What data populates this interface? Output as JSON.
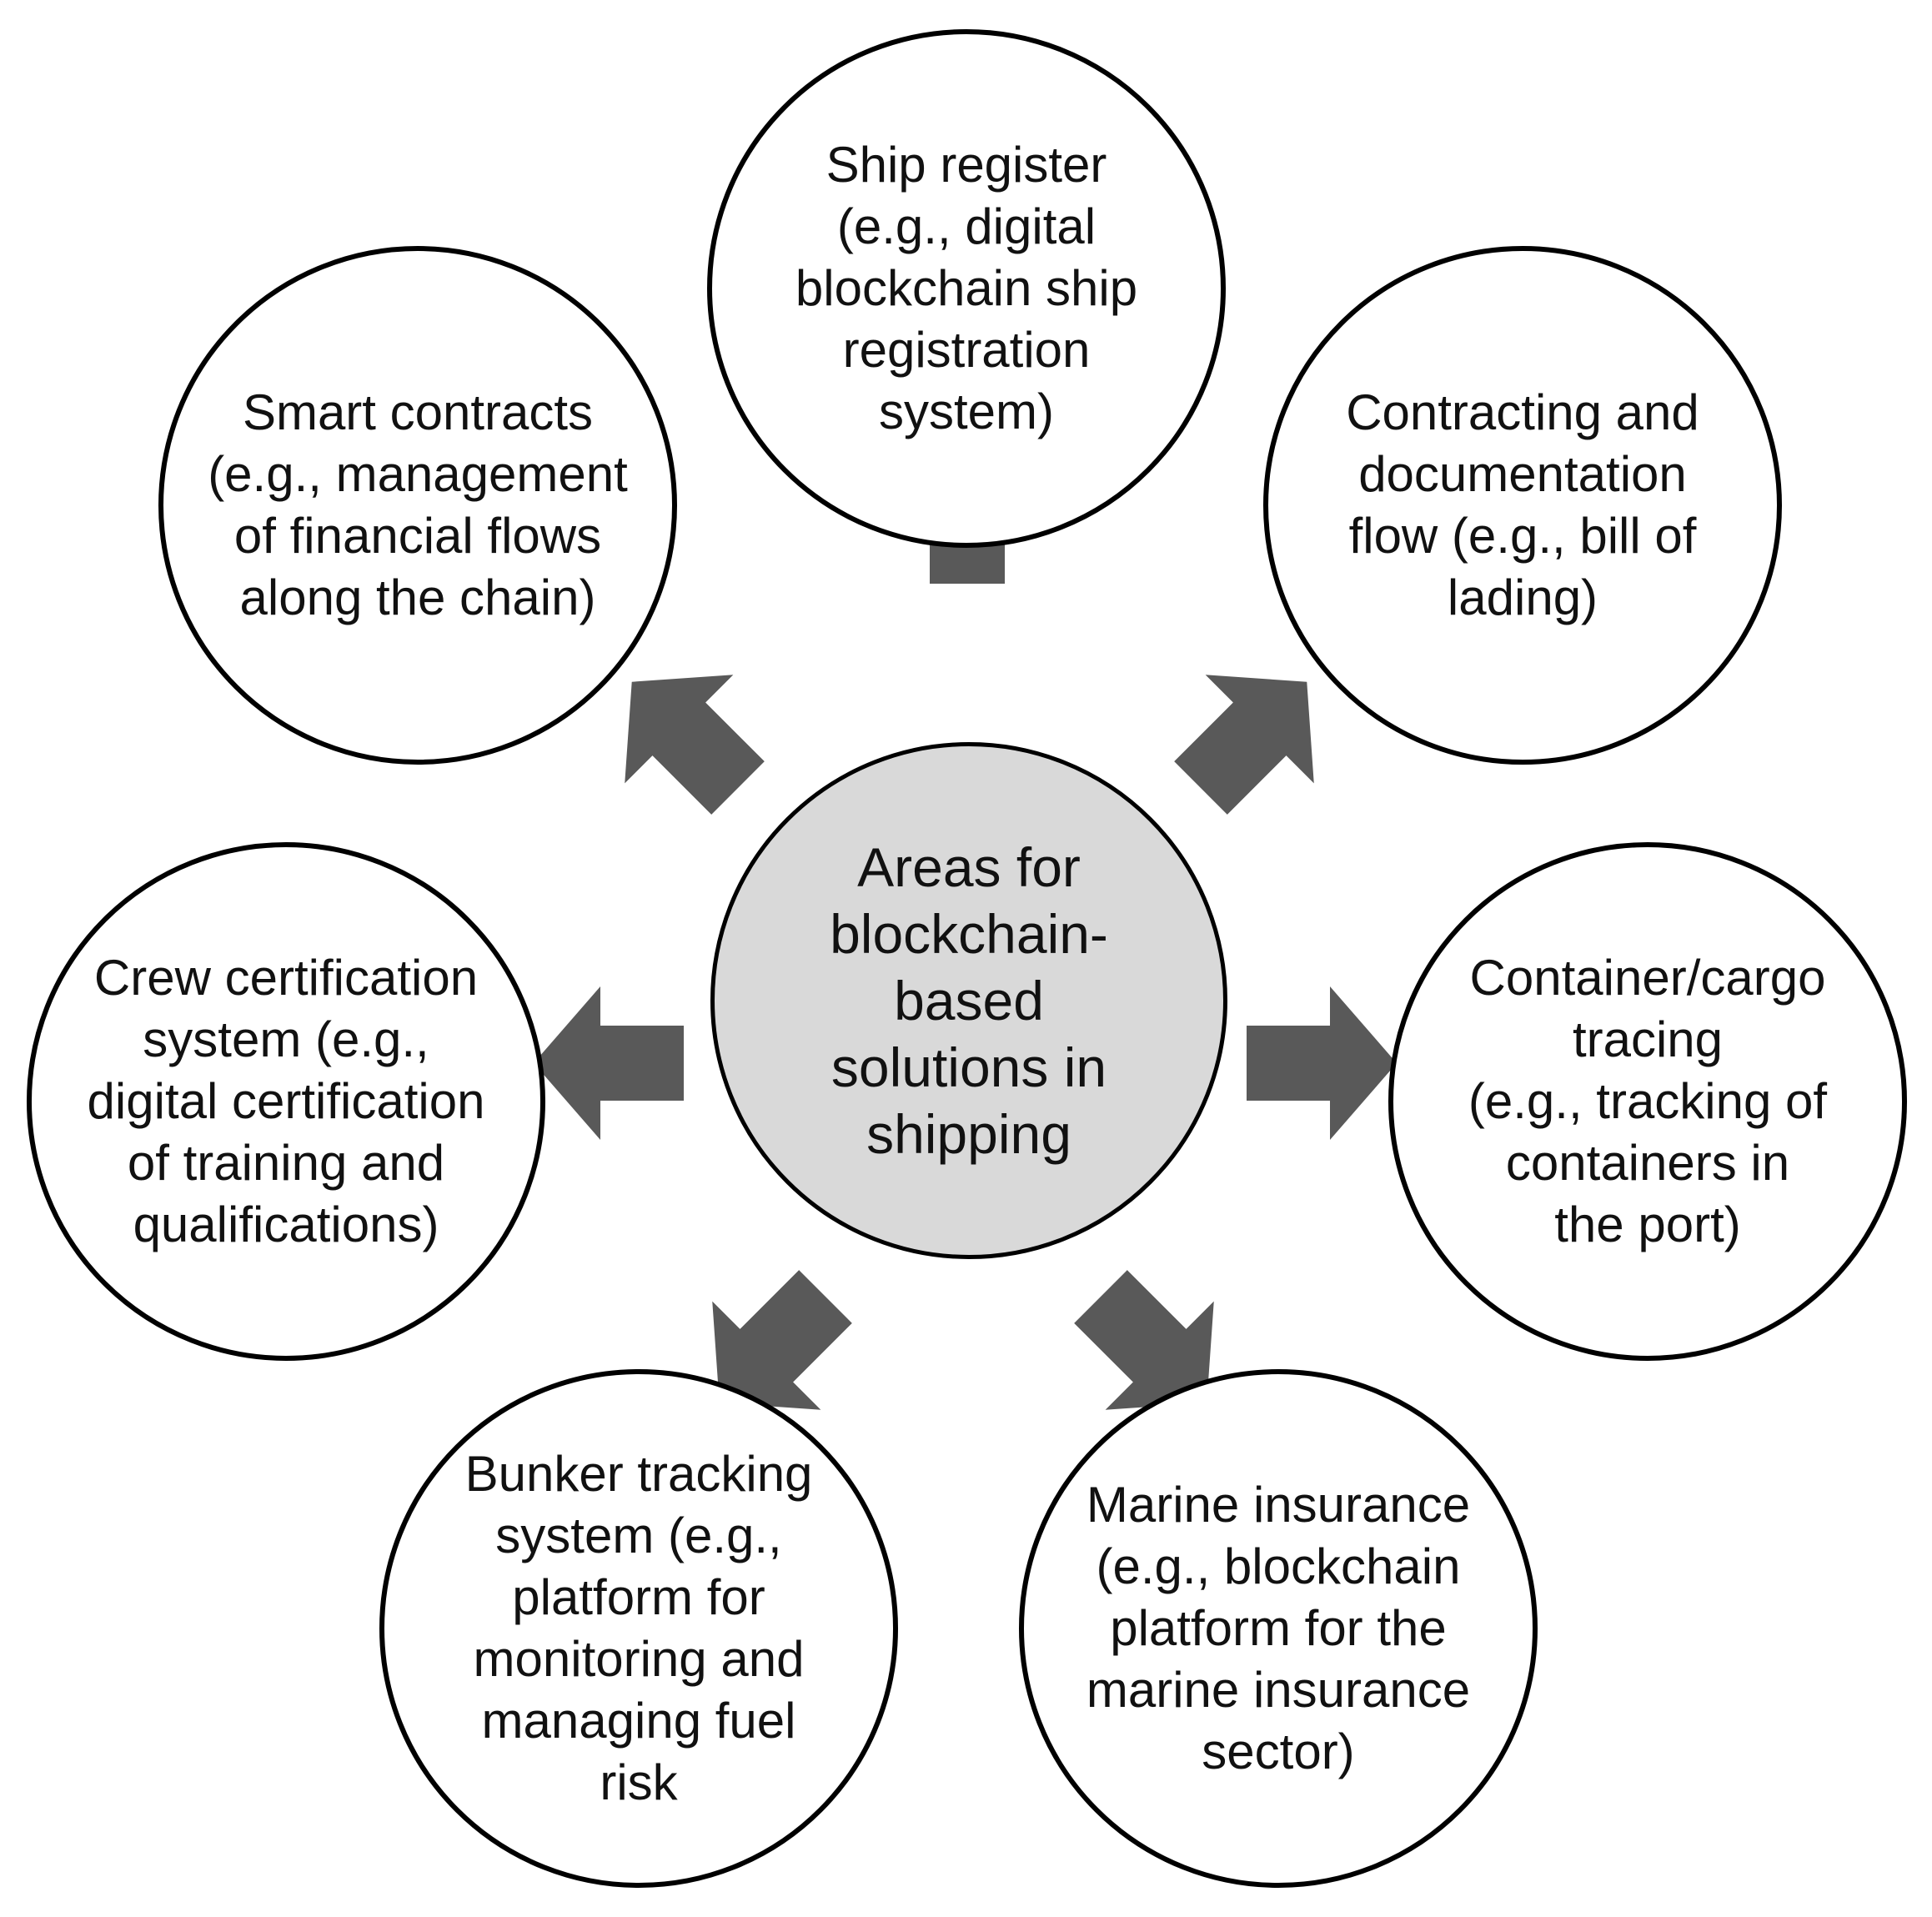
{
  "center": {
    "label": "Areas for\nblockchain-\nbased\nsolutions in\nshipping"
  },
  "areas": [
    {
      "key": "ship-register",
      "label": "Ship register\n(e.g., digital\nblockchain ship\nregistration\nsystem)"
    },
    {
      "key": "contracting-documentation",
      "label": "Contracting and\ndocumentation\nflow (e.g., bill of\nlading)"
    },
    {
      "key": "container-cargo-tracing",
      "label": "Container/cargo\ntracing\n(e.g., tracking of\ncontainers in\nthe port)"
    },
    {
      "key": "marine-insurance",
      "label": "Marine insurance\n(e.g., blockchain\nplatform for the\nmarine insurance\nsector)"
    },
    {
      "key": "bunker-tracking",
      "label": "Bunker tracking\nsystem (e.g.,\nplatform for\nmonitoring and\nmanaging fuel\nrisk"
    },
    {
      "key": "crew-certification",
      "label": "Crew certification\nsystem (e.g.,\ndigital certification\nof training and\nqualifications)"
    },
    {
      "key": "smart-contracts",
      "label": "Smart contracts\n(e.g., management\nof financial flows\nalong the chain)"
    }
  ],
  "colors": {
    "arrow": "#595959",
    "center_fill": "#d9d9d9",
    "circle_stroke": "#000000"
  }
}
